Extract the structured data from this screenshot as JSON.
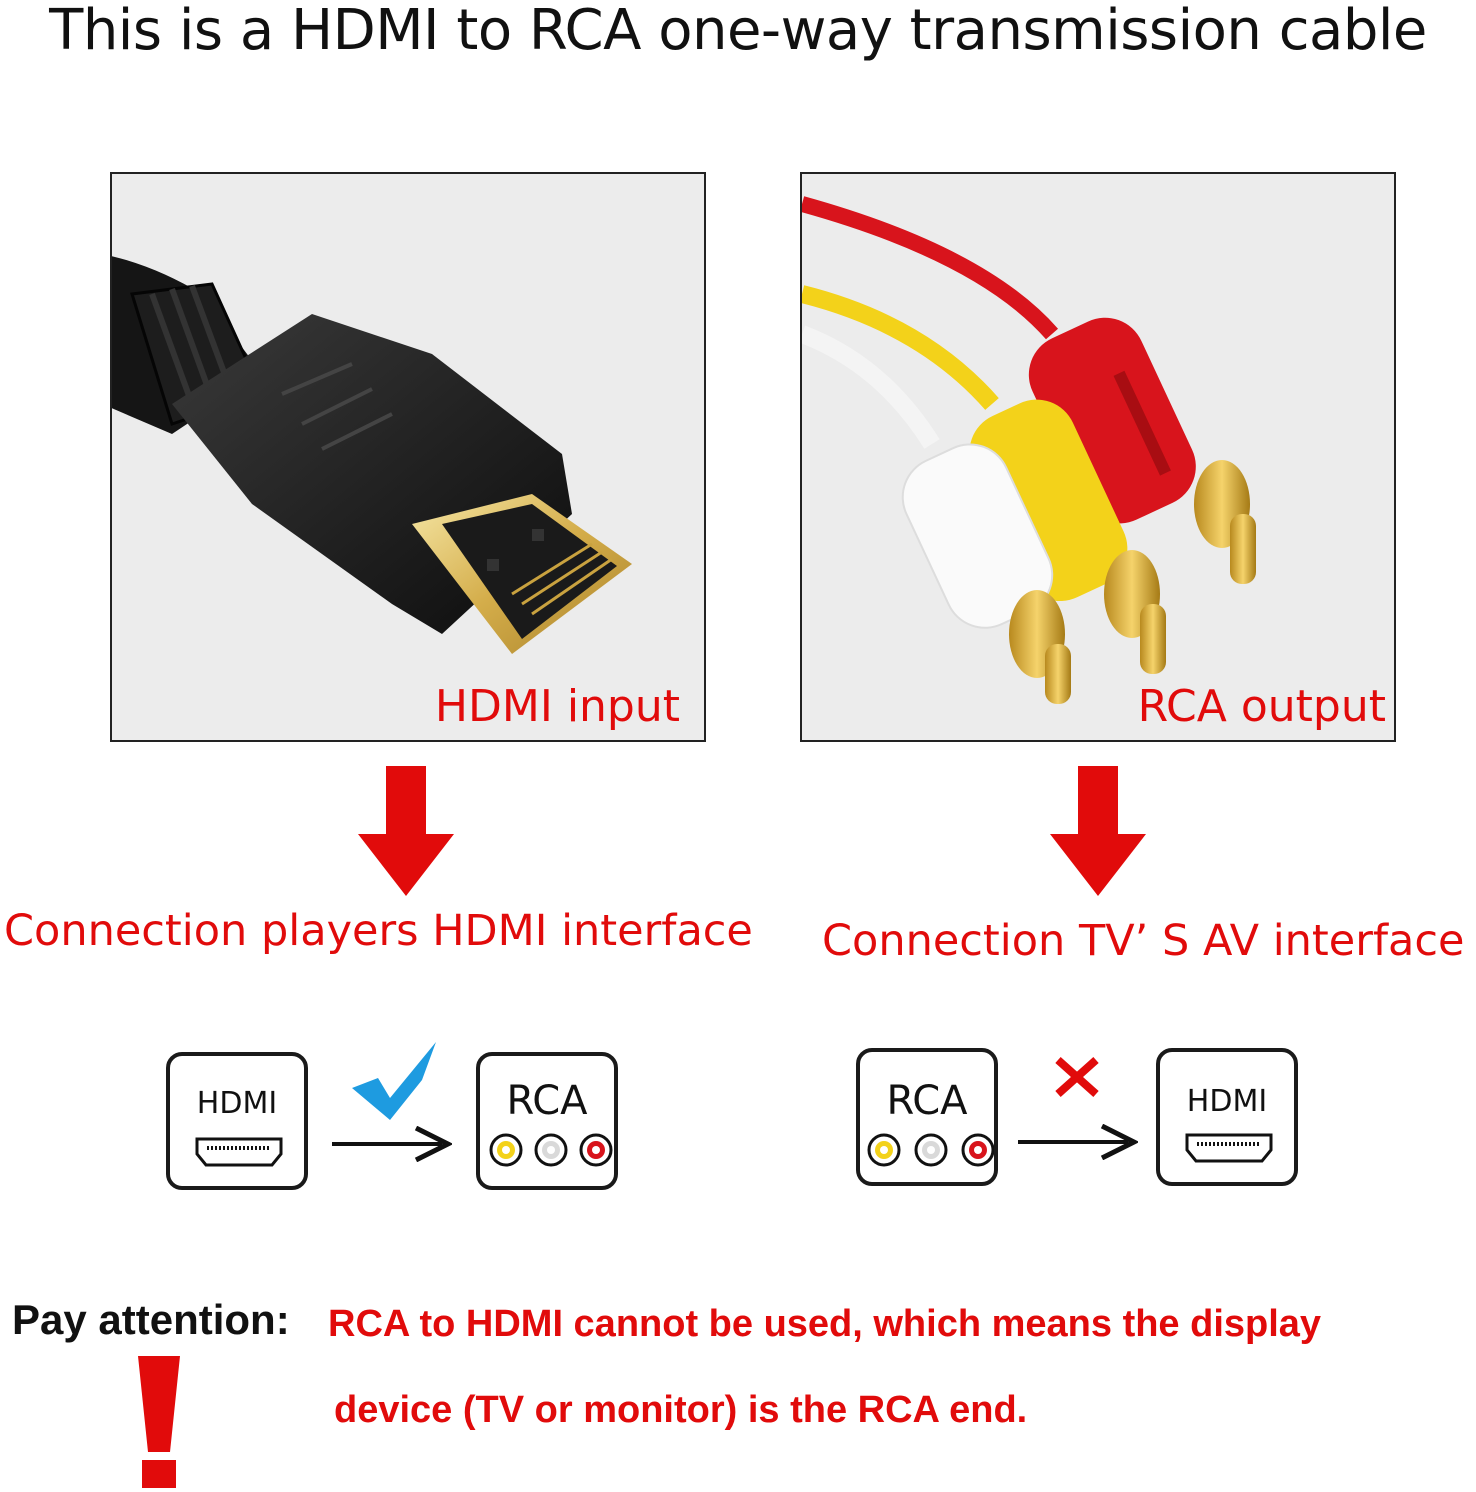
{
  "title": "This is a HDMI to RCA one-way transmission cable",
  "left_panel": {
    "photo_label": "HDMI input",
    "connection_label": "Connection players HDMI interface",
    "diagram": {
      "from_label": "HDMI",
      "to_label": "RCA",
      "status_icon": "check-icon"
    }
  },
  "right_panel": {
    "photo_label": "RCA output",
    "connection_label": "Connection TV’ S AV interface",
    "diagram": {
      "from_label": "RCA",
      "to_label": "HDMI",
      "status_icon": "cross-icon"
    }
  },
  "notice": {
    "heading": "Pay attention:",
    "line1": "RCA to HDMI cannot be used, which means the display",
    "line2": "device (TV or monitor) is the RCA end."
  },
  "colors": {
    "accent_red": "#e10b0b",
    "check_blue": "#1e9be0",
    "rca_yellow": "#f3d21a",
    "rca_red": "#d8141c"
  }
}
